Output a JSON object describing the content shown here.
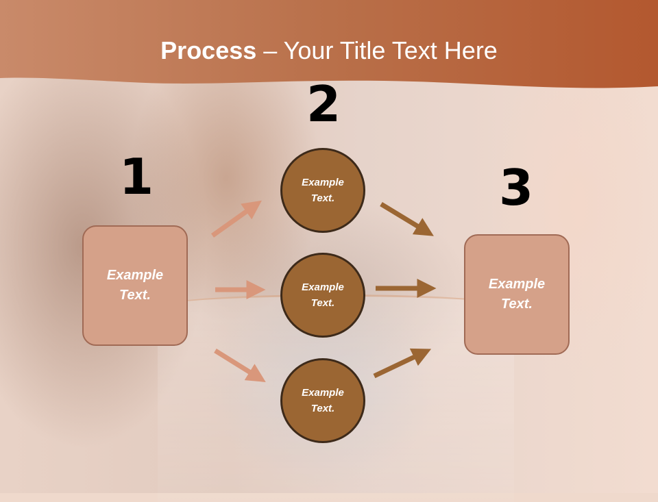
{
  "slide": {
    "title_bold": "Process",
    "title_rest": " – Your Title Text Here"
  },
  "steps": {
    "step1": {
      "number": "1",
      "label": "Example\nText."
    },
    "step2": {
      "number": "2",
      "circles": [
        {
          "label": "Example\nText."
        },
        {
          "label": "Example\nText."
        },
        {
          "label": "Example\nText."
        }
      ]
    },
    "step3": {
      "number": "3",
      "label": "Example\nText."
    }
  },
  "colors": {
    "header": "#b5643a",
    "box_fill": "#d5a189",
    "circle_fill": "#9b6633",
    "arrow_light": "#d9977b",
    "arrow_dark": "#9b6633"
  }
}
